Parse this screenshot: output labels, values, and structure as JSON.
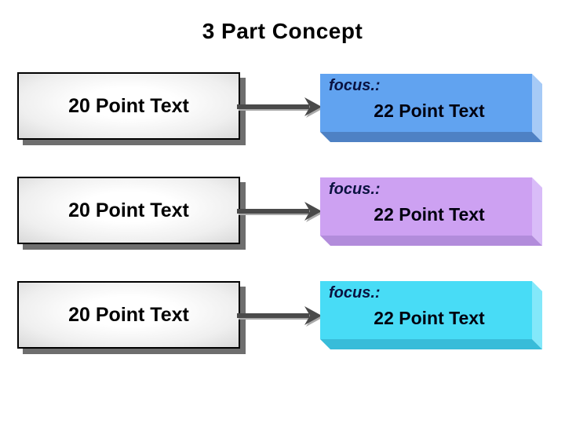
{
  "slide": {
    "title": "3 Part Concept"
  },
  "rows": [
    {
      "left_label": "20 Point Text",
      "focus_label": "focus.:",
      "right_label": "22 Point Text",
      "face_color": "#61a3f0",
      "side_color": "#a6caf6",
      "bottom_color": "#4e81c4"
    },
    {
      "left_label": "20 Point Text",
      "focus_label": "focus.:",
      "right_label": "22 Point Text",
      "face_color": "#cda1f2",
      "side_color": "#d9bcf8",
      "bottom_color": "#b28cdb"
    },
    {
      "left_label": "20 Point Text",
      "focus_label": "focus.:",
      "right_label": "22 Point Text",
      "face_color": "#48dcf6",
      "side_color": "#83e8fa",
      "bottom_color": "#38bcd9"
    }
  ],
  "colors": {
    "arrow": "#4a4a4a",
    "box_shadow": "#6e6e6e",
    "focus_text": "#0a1240",
    "title_text": "#000000"
  }
}
